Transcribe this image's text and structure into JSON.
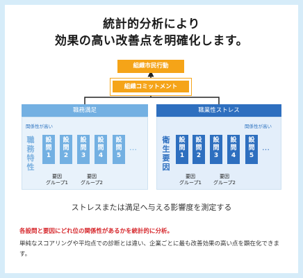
{
  "title": {
    "line1": "統計的分析により",
    "line2": "効果の高い改善点を明確化します。"
  },
  "outcome_box": "組織市民行動",
  "commitment_box": "組織コミットメント",
  "left": {
    "header": "職務満足",
    "correlation_label": "関係性が高い",
    "vertical_label": "職務特性",
    "cards": [
      "設問1",
      "設問2",
      "設問3",
      "設問4",
      "設問5"
    ],
    "ellipsis": "…",
    "groups": [
      {
        "line1": "要因",
        "line2": "グループ1"
      },
      {
        "line1": "要因",
        "line2": "グループ2"
      }
    ]
  },
  "right": {
    "header": "職業性ストレス",
    "correlation_label": "関係性が高い",
    "vertical_label": "衛生要因",
    "cards": [
      "設問1",
      "設問2",
      "設問3",
      "設問4",
      "設問5"
    ],
    "ellipsis": "…",
    "groups": [
      {
        "line1": "要因",
        "line2": "グループ1"
      },
      {
        "line1": "要因",
        "line2": "グループ2"
      }
    ]
  },
  "caption": "ストレスまたは満足へ与える影響度を測定する",
  "highlight": "各設問と要因にどれ位の関係性があるかを統計的に分析。",
  "description": "単純なスコアリングや平均点での診断とは違い、企業ごとに最も改善効果の高い点を顕在化できます。",
  "colors": {
    "orange": "#f5a418",
    "light_blue": "#73b0e2",
    "dark_blue": "#2e6fbf",
    "red_text": "#d6262b"
  }
}
